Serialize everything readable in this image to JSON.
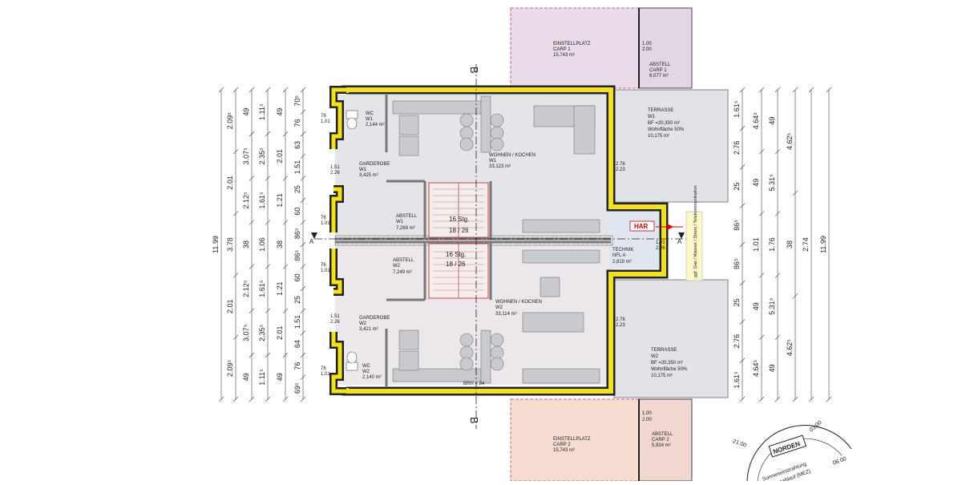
{
  "rooms": {
    "carport1": {
      "name": "EINSTELLPLATZ",
      "sub": "CARP 1",
      "area": "15,743 m²"
    },
    "abstell_carp1": {
      "name": "ABSTELL",
      "sub": "CARP 1",
      "area": "6,077 m²"
    },
    "carport2": {
      "name": "EINSTELLPLATZ",
      "sub": "CARP 2",
      "area": "15,743 m²"
    },
    "abstell_carp2": {
      "name": "ABSTELL",
      "sub": "CARP 2",
      "area": "5,924 m²"
    },
    "wc_w1": {
      "name": "WC",
      "sub": "W1",
      "area": "2,144 m²"
    },
    "wc_w2": {
      "name": "WC",
      "sub": "W2",
      "area": "2,140 m²"
    },
    "garderobe_w1": {
      "name": "GARDEROBE",
      "sub": "W1",
      "area": "3,425 m²"
    },
    "garderobe_w2": {
      "name": "GARDEROBE",
      "sub": "W2",
      "area": "3,421 m²"
    },
    "abstell_w1": {
      "name": "ABSTELL",
      "sub": "W1",
      "area": "7,269 m²"
    },
    "abstell_w2": {
      "name": "ABSTELL",
      "sub": "W2",
      "area": "7,249 m²"
    },
    "wohnen_w1": {
      "name": "WOHNEN / KOCHEN",
      "sub": "W1",
      "area": "33,123 m²"
    },
    "wohnen_w2": {
      "name": "WOHNEN / KOCHEN",
      "sub": "W2",
      "area": "33,114 m²"
    },
    "terrasse_w1": {
      "name": "TERRASSE",
      "sub": "W1",
      "bf": "BF =20,350 m²",
      "wf": "Wohnfläche  50%",
      "area": "10,175 m²"
    },
    "terrasse_w2": {
      "name": "TERRASSE",
      "sub": "W2",
      "bf": "BF =20,350 m²",
      "wf": "Wohnfläche  50%",
      "area": "10,175 m²"
    },
    "technik": {
      "name": "TECHNIK",
      "sub": "NFL A",
      "area": "2,819 m²"
    }
  },
  "stairs": {
    "w1_steps": "16 Stg.",
    "w1_ratio": "18 / 26",
    "w2_steps": "16 Stg.",
    "w2_ratio": "18 / 26"
  },
  "har_label": "HAR",
  "utility_note": "ggf. Gas / Wasser / Strom / Telekommunikation",
  "section_marks": {
    "a": "A",
    "b": "B"
  },
  "door_dims": {
    "carp_door_1": [
      "1.00",
      "2.00"
    ],
    "carp_door_2": [
      "1.00",
      "2.00"
    ],
    "wc_w1": [
      "76",
      "1.01"
    ],
    "wc_w2": [
      "76",
      "1.01"
    ],
    "gard_w1": [
      "1.51",
      "2.26"
    ],
    "gard_w2": [
      "1.51",
      "2.26"
    ],
    "abst_w1": [
      "76",
      "1.01"
    ],
    "abst_w2": [
      "76",
      "1.01"
    ],
    "terr_w1": [
      "2.76",
      "2.23"
    ],
    "terr_w2": [
      "2.76",
      "2.23"
    ],
    "technik": [
      "1.01",
      "2.26"
    ],
    "bottom_brh": "BRH = 84"
  },
  "left_dims": {
    "col1": [
      "11.99"
    ],
    "col2": [
      "2.09⁵",
      "2.01",
      "3.78",
      "2.01",
      "2.09⁵"
    ],
    "col3": [
      "49",
      "3.07⁵",
      "2.12⁵",
      "38",
      "2.12⁵",
      "3.07⁵",
      "49"
    ],
    "col4": [
      "1.11⁵",
      "2.35⁵",
      "1.61⁵",
      "1.06",
      "1.61⁵",
      "2.35⁵",
      "1.11⁵"
    ],
    "col5": [
      "49",
      "2.01",
      "1.21",
      "38",
      "1.21",
      "2.01",
      "49"
    ],
    "col6": [
      "70⁵",
      "76",
      "63",
      "1.51",
      "25",
      "60",
      "86⁵",
      "86⁵",
      "60",
      "25",
      "1.51",
      "64",
      "76",
      "69⁵"
    ]
  },
  "right_dims": {
    "col1": [
      "1.61⁵",
      "2.76",
      "25",
      "86⁵",
      "86⁵",
      "25",
      "2.76",
      "1.61⁵"
    ],
    "col2": [
      "4.64⁵",
      "49",
      "1.01",
      "49",
      "4.64⁵"
    ],
    "col3": [
      "49",
      "5.31⁵",
      "1.76",
      "5.31⁵",
      "49"
    ],
    "col4": [
      "4.62⁵",
      "38",
      "4.62⁵"
    ],
    "col5": [
      "2.74"
    ],
    "col6": [
      "11.99"
    ]
  },
  "compass": {
    "north": "NORDEN",
    "t_21": "21:00",
    "t_03": "03:00",
    "t_06": "06:00",
    "caption1": "Sonneneinstrahlung",
    "caption2": "Tagesablauf (MEZ)"
  }
}
